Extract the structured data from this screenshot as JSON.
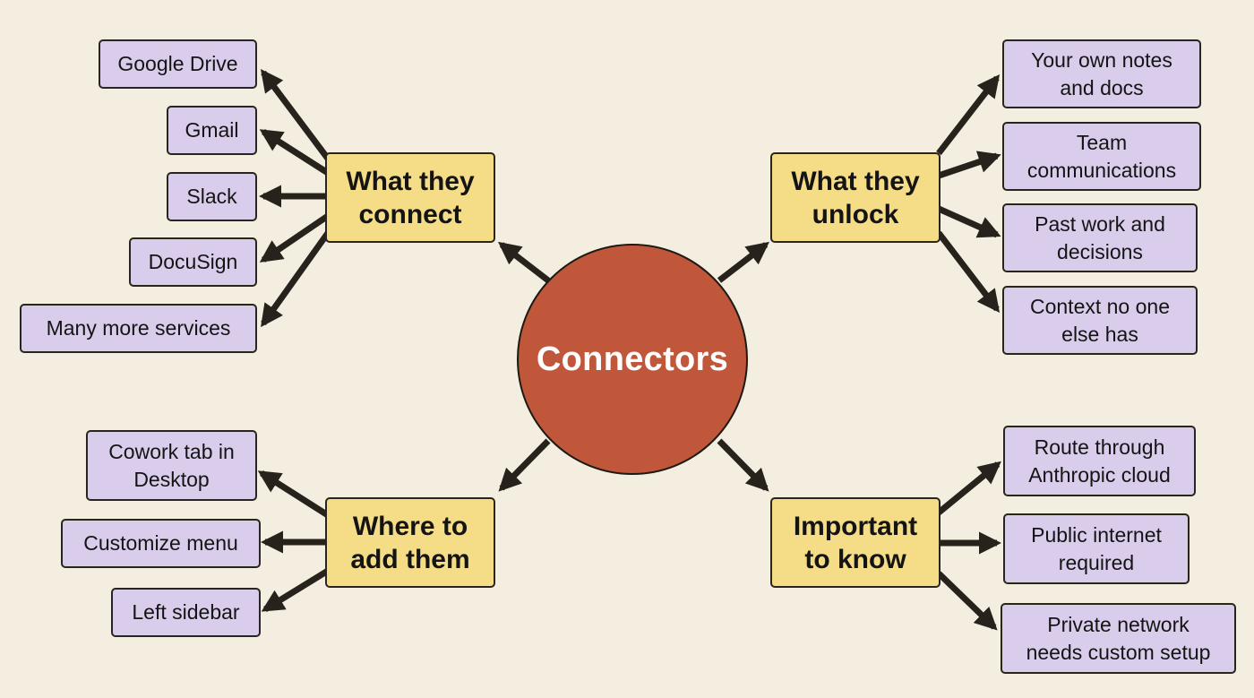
{
  "colors": {
    "background": "#f4eee1",
    "hub_fill": "#c0563a",
    "category_fill": "#f5dc86",
    "leaf_fill": "#d9cdeb",
    "arrow": "#27231c"
  },
  "hub": {
    "label": "Connectors"
  },
  "categories": {
    "connect": {
      "label": "What they\nconnect",
      "items": [
        "Google Drive",
        "Gmail",
        "Slack",
        "DocuSign",
        "Many more services"
      ]
    },
    "unlock": {
      "label": "What they\nunlock",
      "items": [
        "Your own notes\nand docs",
        "Team\ncommunications",
        "Past work and\ndecisions",
        "Context no one\nelse has"
      ]
    },
    "where": {
      "label": "Where to\nadd them",
      "items": [
        "Cowork tab in\nDesktop",
        "Customize menu",
        "Left sidebar"
      ]
    },
    "important": {
      "label": "Important\nto know",
      "items": [
        "Route through\nAnthropic cloud",
        "Public internet\nrequired",
        "Private network\nneeds custom setup"
      ]
    }
  }
}
